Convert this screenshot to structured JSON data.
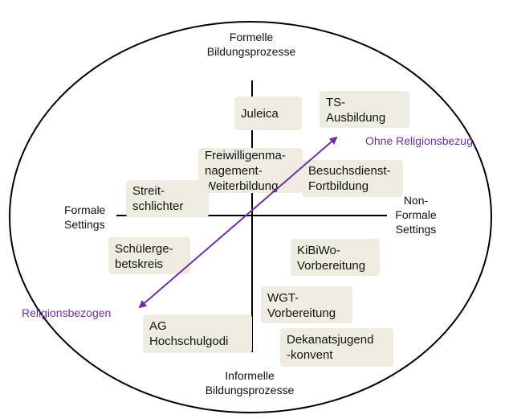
{
  "axes": {
    "top_line1": "Formelle",
    "top_line2": "Bildungsprozesse",
    "bottom_line1": "Informelle",
    "bottom_line2": "Bildungsprozesse",
    "left_line1": "Formale",
    "left_line2": "Settings",
    "right_line1": "Non-",
    "right_line2": "Formale",
    "right_line3": "Settings"
  },
  "diagonal": {
    "end_top": "Ohne Religionsbezug",
    "end_bottom": "Religionsbezogen",
    "color": "#7030a0"
  },
  "boxes": {
    "juleica": [
      "Juleica"
    ],
    "ts_ausbildung": [
      "TS-",
      "Ausbildung"
    ],
    "freiwilligen": [
      "Freiwilligenma-",
      "nagement-",
      "Weiterbildung"
    ],
    "besuchsdienst": [
      "Besuchsdienst-",
      "Fortbildung"
    ],
    "streitschlichter": [
      "Streit-",
      "schlichter"
    ],
    "schuelergebetskreis": [
      "Schülerge-",
      "betskreis"
    ],
    "kibiwo": [
      "KiBiWo-",
      "Vorbereitung"
    ],
    "wgt": [
      "WGT-",
      "Vorbereitung"
    ],
    "ag_hochschulgodi": [
      "AG",
      "Hochschulgodi"
    ],
    "dekanatsjugendkonvent": [
      "Dekanatsjugend",
      "-konvent"
    ]
  },
  "colors": {
    "box_fill": "#eeece1",
    "outline": "#000000"
  }
}
